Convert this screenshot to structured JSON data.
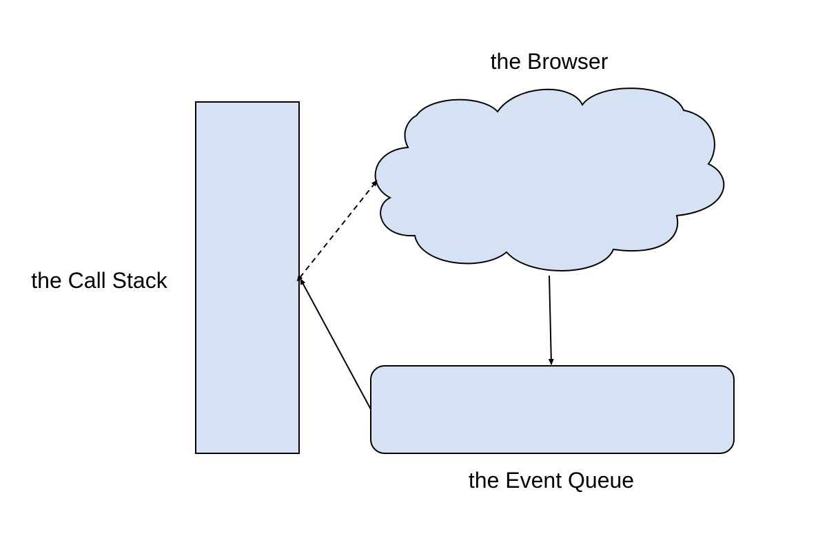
{
  "diagram": {
    "labels": {
      "browser": "the Browser",
      "call_stack": "the Call Stack",
      "event_queue": "the Event Queue"
    },
    "colors": {
      "fill": "#d4e2f4",
      "stroke": "#000000",
      "background": "#ffffff"
    },
    "connections": [
      {
        "from": "call-stack",
        "to": "browser",
        "style": "dashed",
        "direction": "both"
      },
      {
        "from": "browser",
        "to": "event-queue",
        "style": "solid",
        "direction": "forward"
      },
      {
        "from": "event-queue",
        "to": "call-stack",
        "style": "solid",
        "direction": "forward"
      }
    ]
  }
}
